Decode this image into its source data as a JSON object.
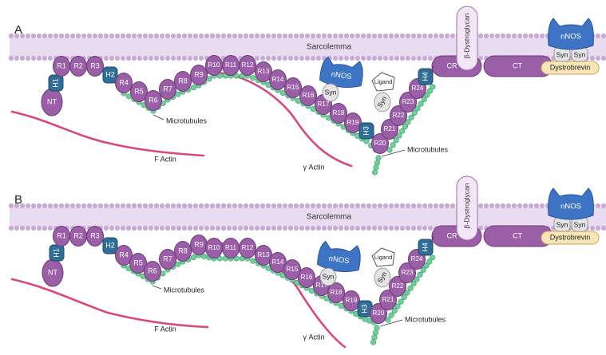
{
  "panels": [
    {
      "letter": "A",
      "membrane_label": "Sarcolemma",
      "domains": [
        "NT",
        "H1",
        "R1",
        "R2",
        "R3",
        "H2",
        "R4",
        "R5",
        "R6",
        "R7",
        "R8",
        "R9",
        "R10",
        "R11",
        "R12",
        "R13",
        "R14",
        "R15",
        "R16",
        "R17",
        "R18",
        "R19",
        "H3",
        "R20",
        "R21",
        "R22",
        "R23",
        "R24",
        "H4",
        "CR",
        "CT"
      ],
      "dystroglycan_label": "β-Dystroglycan",
      "nnos_labels": [
        "nNOS",
        "nNOS"
      ],
      "syn_labels": [
        "Syn",
        "Syn",
        "Syn",
        "Syn"
      ],
      "ligand_label": "Ligand",
      "dystrobrevin_label": "Dystrobrevin",
      "microtubules_labels": [
        "Microtubules",
        "Microtubules"
      ],
      "f_actin_label": "F Actin",
      "g_actin_label": "γ Actin"
    },
    {
      "letter": "B",
      "membrane_label": "Sarcolemma",
      "domains": [
        "NT",
        "H1",
        "R1",
        "R2",
        "R3",
        "H2",
        "R4",
        "R5",
        "R6",
        "R7",
        "R8",
        "R9",
        "R10",
        "R11",
        "R12",
        "R13",
        "R14",
        "R15",
        "R16",
        "R17",
        "R18",
        "R19",
        "H3",
        "R20",
        "R21",
        "R22",
        "R23",
        "R24",
        "H4",
        "CR",
        "CT"
      ],
      "dystroglycan_label": "β-Dystroglycan",
      "nnos_labels": [
        "nNOS",
        "nNOS"
      ],
      "syn_labels": [
        "Syn",
        "Syn",
        "Syn",
        "Syn"
      ],
      "ligand_label": "Ligand",
      "dystrobrevin_label": "Dystrobrevin",
      "microtubules_labels": [
        "Microtubules",
        "Microtubules"
      ],
      "f_actin_label": "F Actin",
      "g_actin_label": "γ Actin"
    }
  ],
  "colors": {
    "membrane": "#c9a9d6",
    "rod": "#9b5fa8",
    "rod_stroke": "#6b3a78",
    "hinge": "#2f6f97",
    "nnos": "#3d74c4",
    "syn": "#e4e4e4",
    "dystrobrevin": "#f8e6b8",
    "dystroglycan": "#f3e6f6",
    "microtubule": "#6fcf9b",
    "actin": "#d9477e"
  }
}
